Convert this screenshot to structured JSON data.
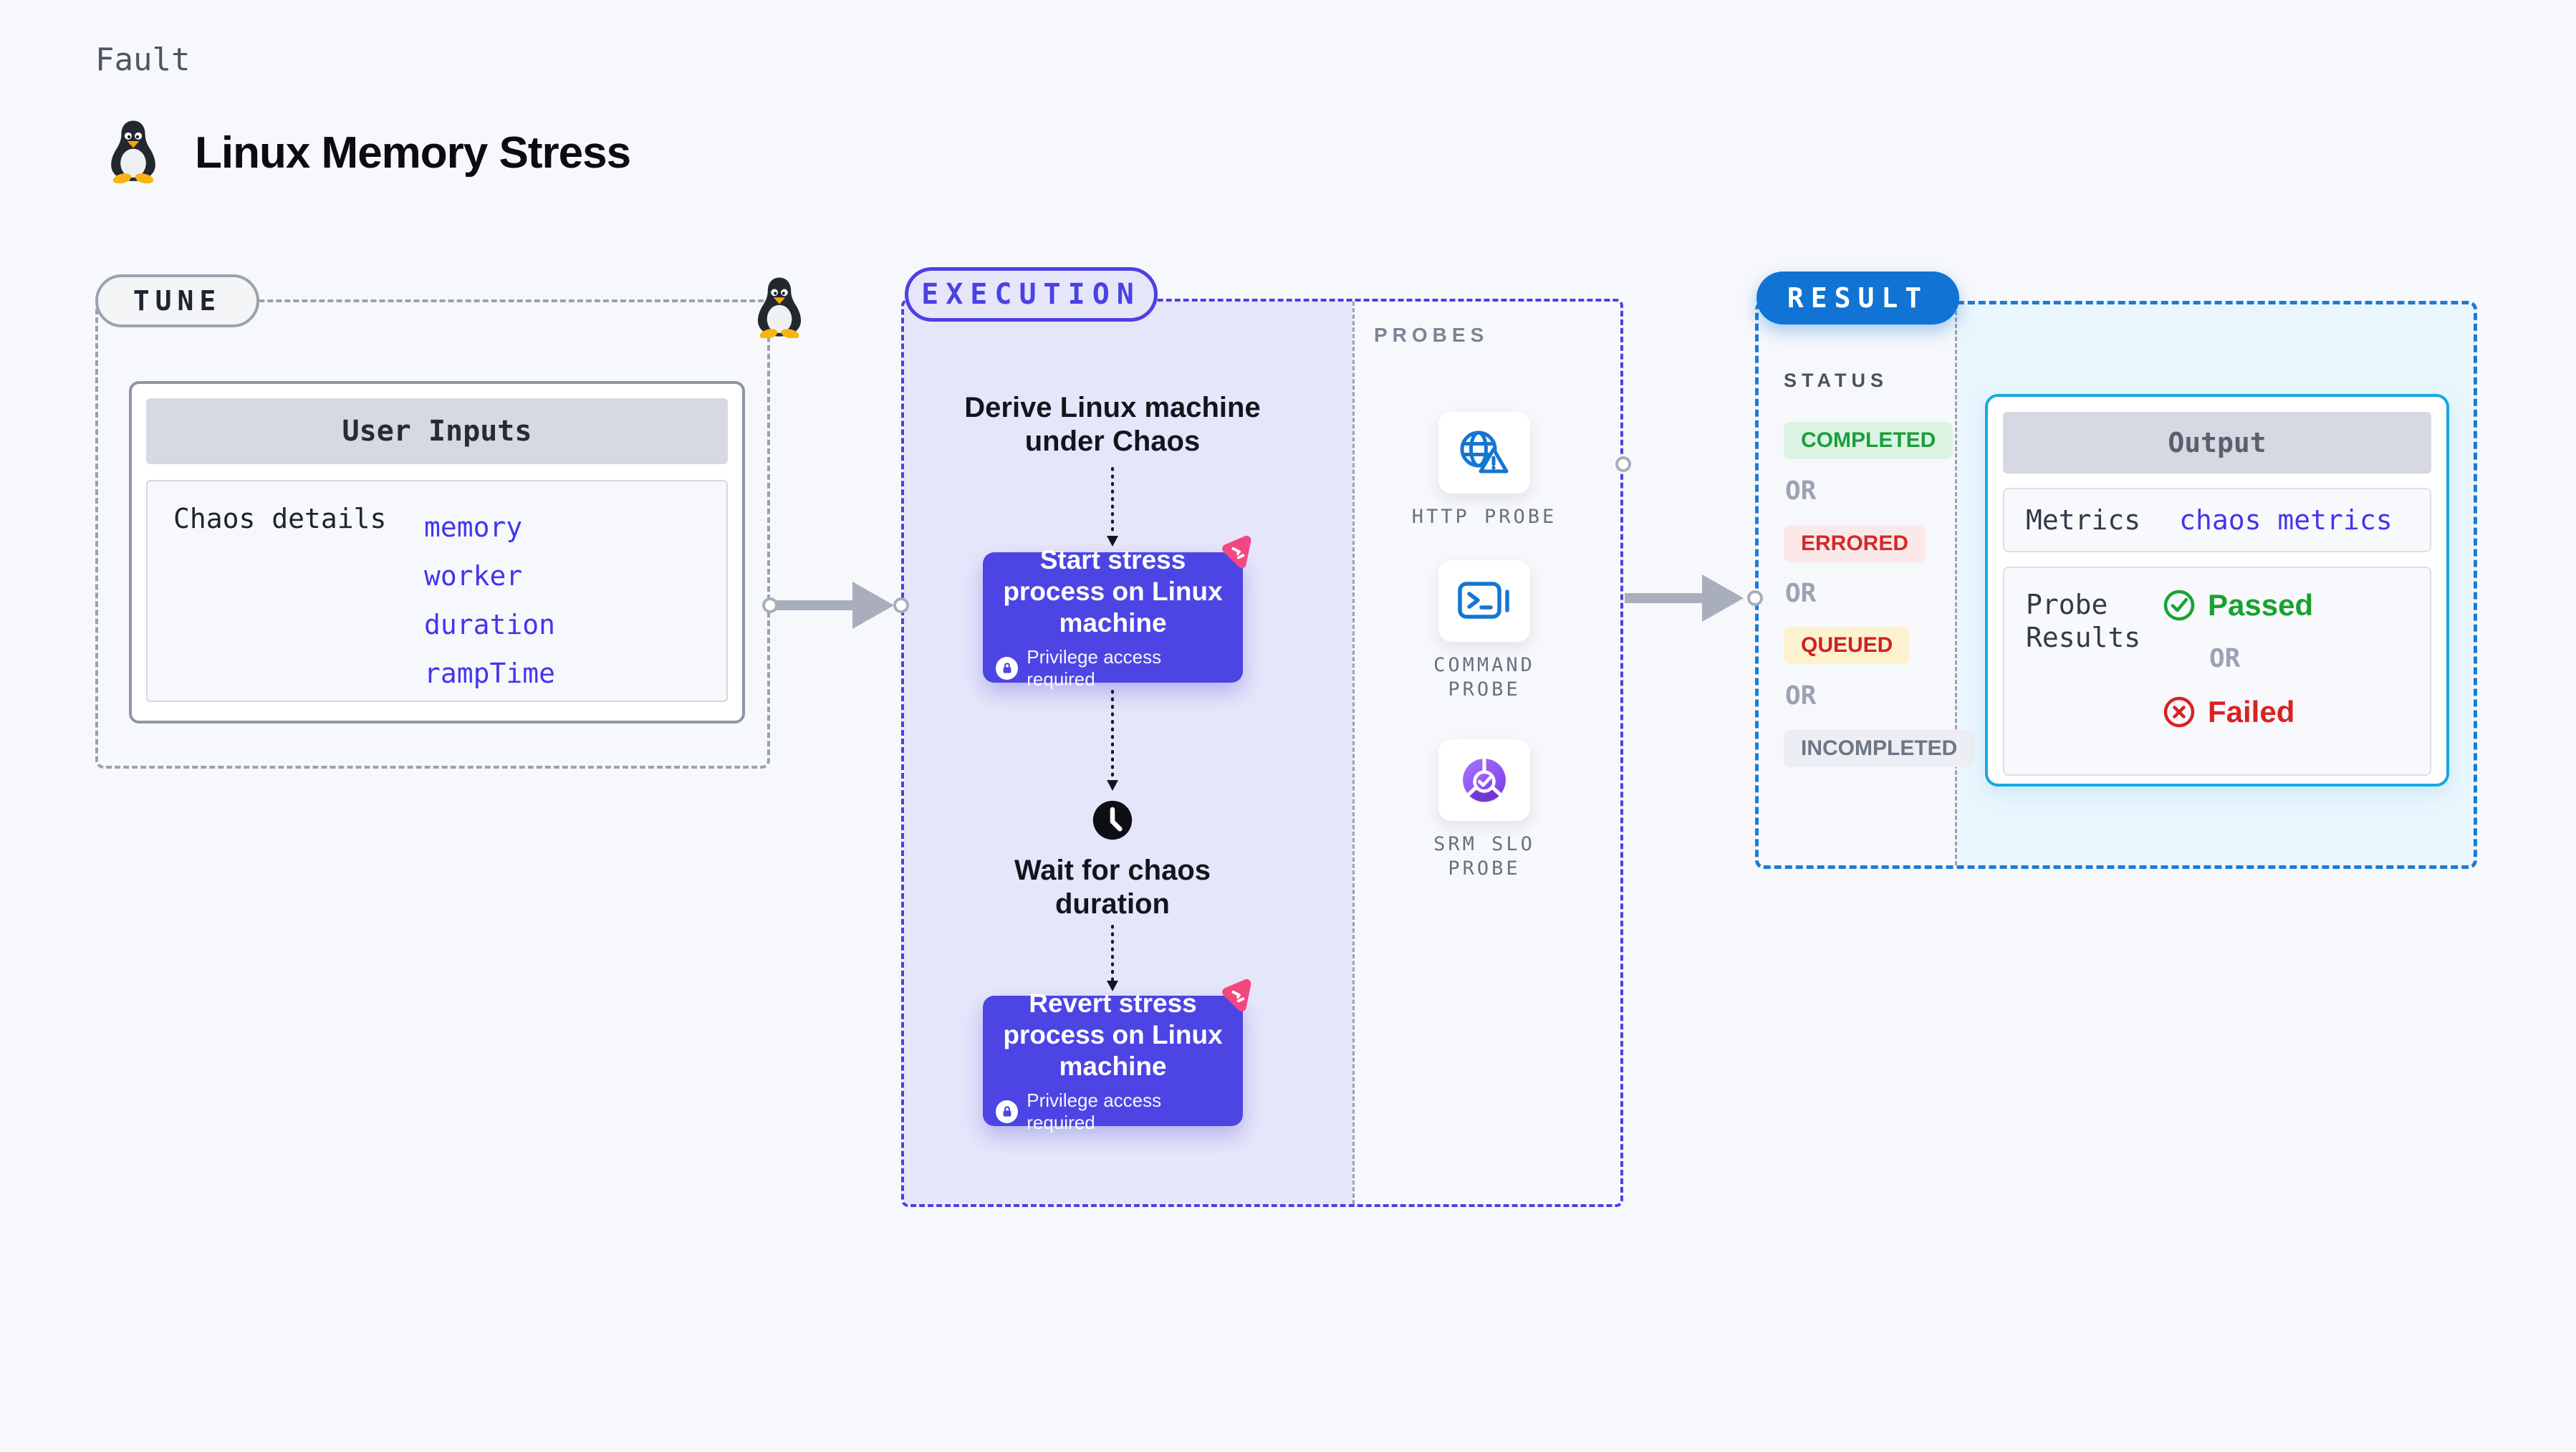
{
  "header": {
    "kicker": "Fault",
    "title": "Linux Memory Stress"
  },
  "tune": {
    "label": "TUNE",
    "card_title": "User Inputs",
    "chaos_label": "Chaos details",
    "params": [
      "memory",
      "worker",
      "duration",
      "rampTime"
    ]
  },
  "execution": {
    "label": "EXECUTION",
    "derive_text": "Derive Linux machine under Chaos",
    "start_node": {
      "title": "Start stress process on Linux machine",
      "badge": "Privilege access required"
    },
    "wait_text": "Wait for chaos duration",
    "revert_node": {
      "title": "Revert stress process on Linux machine",
      "badge": "Privilege access required"
    }
  },
  "probes": {
    "label": "PROBES",
    "items": [
      {
        "name": "HTTP PROBE",
        "icon": "globe-alert-icon"
      },
      {
        "name": "COMMAND PROBE",
        "icon": "terminal-icon"
      },
      {
        "name": "SRM SLO PROBE",
        "icon": "slo-gauge-icon"
      }
    ]
  },
  "result": {
    "label": "RESULT",
    "status_label": "STATUS",
    "or_label": "OR",
    "statuses": [
      {
        "label": "COMPLETED",
        "fg": "#1c9e3e",
        "bg": "#dcf3e3"
      },
      {
        "label": "ERRORED",
        "fg": "#d42a2a",
        "bg": "#fbe9e9"
      },
      {
        "label": "QUEUED",
        "fg": "#cf2222",
        "bg": "#fdf2cf"
      },
      {
        "label": "INCOMPLETED",
        "fg": "#6d7685",
        "bg": "#eceef4"
      }
    ],
    "output": {
      "title": "Output",
      "metrics_label": "Metrics",
      "metrics_value": "chaos metrics",
      "probe_results_label": "Probe Results",
      "passed_label": "Passed",
      "failed_label": "Failed"
    }
  },
  "colors": {
    "bg": "#f7f8fb",
    "indigo": "#4a42e2",
    "indigo-fill": "#4c45e4",
    "lavender": "#e6e6fb",
    "gray-dash": "#9aa2ad",
    "arrow-gray": "#a9aebc",
    "blue": "#1173d3",
    "blue-dash": "#1b7cd8",
    "cyan": "#16a8e1",
    "cyan-bg": "#e9f6fd",
    "param-blue": "#4236ee",
    "green": "#17a22f",
    "red": "#d42a2a",
    "pink": "#f4477f",
    "probe-blue": "#1576d2"
  }
}
